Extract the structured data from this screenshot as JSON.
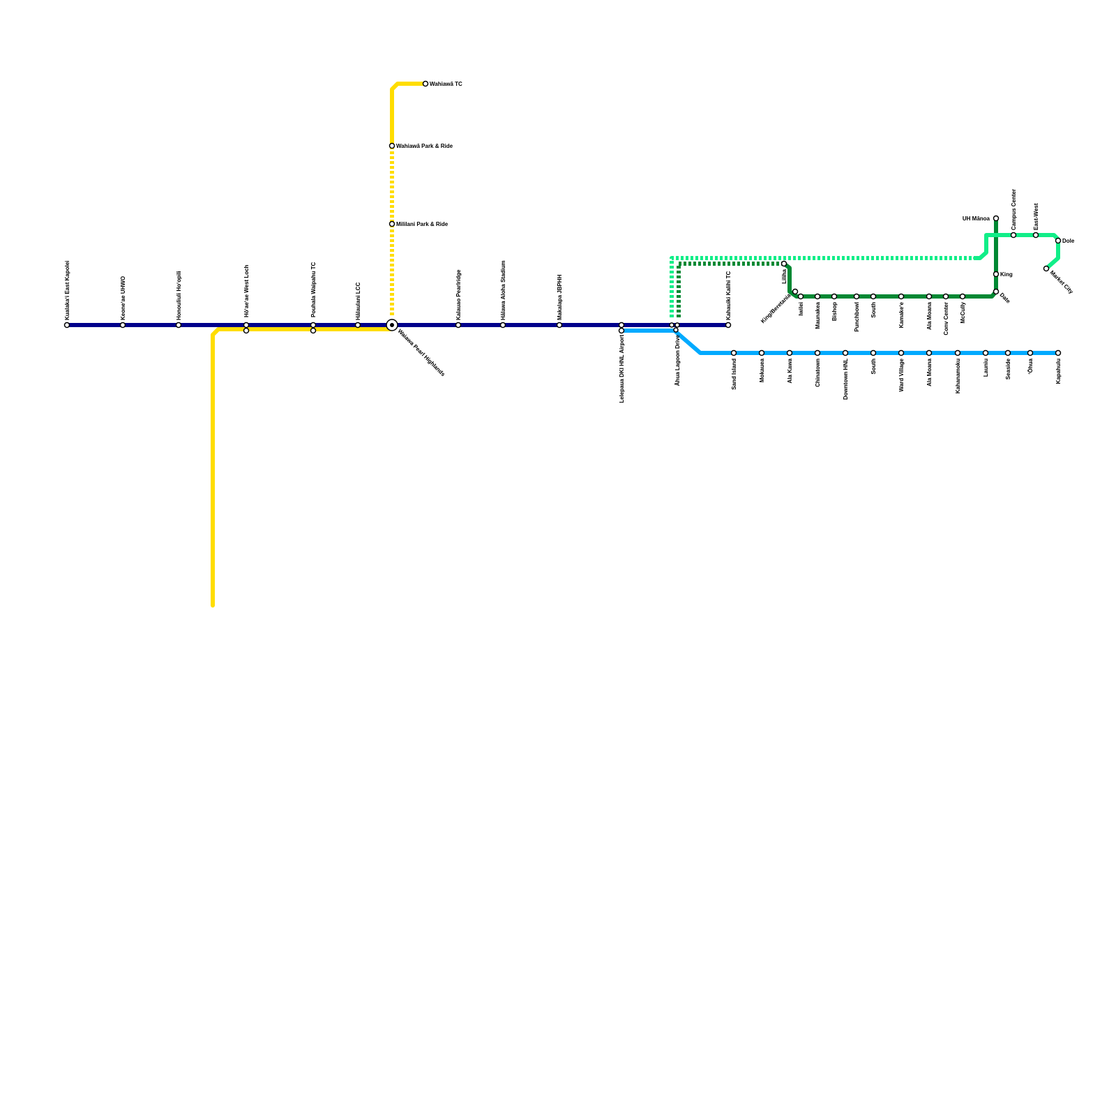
{
  "colors": {
    "skyline": "#00008b",
    "gold": "#ffdd00",
    "blue": "#00aaff",
    "dark_green": "#008833",
    "light_green": "#11ee88"
  },
  "lines": [
    {
      "id": "skyline",
      "color": "#00008b",
      "style": "solid"
    },
    {
      "id": "gold",
      "color": "#ffdd00",
      "style": "solid"
    },
    {
      "id": "gold-dashed",
      "color": "#ffdd00",
      "style": "dashed"
    },
    {
      "id": "blue",
      "color": "#00aaff",
      "style": "solid"
    },
    {
      "id": "dark-green",
      "color": "#008833",
      "style": "solid"
    },
    {
      "id": "dark-green-dashed",
      "color": "#008833",
      "style": "dashed"
    },
    {
      "id": "light-green",
      "color": "#11ee88",
      "style": "solid"
    },
    {
      "id": "light-green-dashed",
      "color": "#11ee88",
      "style": "dashed"
    }
  ],
  "stations": {
    "kualakai": "Kualaka‘i East Kapolei",
    "keoneae": "Keone‘ae UHWO",
    "honouliuli": "Honouliuli Ho‘opili",
    "hoae": "Hō‘ae‘ae West Loch",
    "pouhala": "Pouhala Waipahu TC",
    "halaulani": "Hālaulani LCC",
    "waiawa": "Waiawa Pearl Highlands",
    "kalauao": "Kalauao Pearlridge",
    "halawa": "Hālawa Aloha Stadium",
    "makalapa": "Makalapa JBPHH",
    "lelepaua": "Lelepaua DKI HNL Airport",
    "ahua": "Āhua Lagoon Drive",
    "kahauiki": "Kahauiki Kalihi TC",
    "wahiawa_tc": "Wahiawā TC",
    "wahiawa_pr": "Wahiawā Park & Ride",
    "mililani_pr": "Mililani Park & Ride",
    "sand_island": "Sand Island",
    "mokauea": "Mokauea",
    "ala_kawa": "Ala Kawa",
    "chinatown_b": "Chinatown",
    "downtown_hnl": "Downtown HNL",
    "south_b": "South",
    "ward_village": "Ward Village",
    "ala_moana_b": "Ala Moana",
    "kahanamoku": "Kahanamoku",
    "launiu": "Launiu",
    "seaside": "Seaside",
    "ohua": "‘Ōhua",
    "kapahulu": "Kapahulu",
    "liliha": "Liliha",
    "king_beretania": "King/Beretania",
    "iwilei": "Iwilei",
    "maunakea": "Maunakea",
    "bishop": "Bishop",
    "punchbowl": "Punchbowl",
    "south_g": "South",
    "kamakee": "Kamake‘e",
    "ala_moana_g": "Ala Moana",
    "conv_center": "Conv Center",
    "mccully": "McCully",
    "date": "Date",
    "king": "King",
    "uh_manoa": "UH Mānoa",
    "campus_center": "Campus Center",
    "east_west": "East-West",
    "dole": "Dole",
    "market_city": "Market City"
  }
}
